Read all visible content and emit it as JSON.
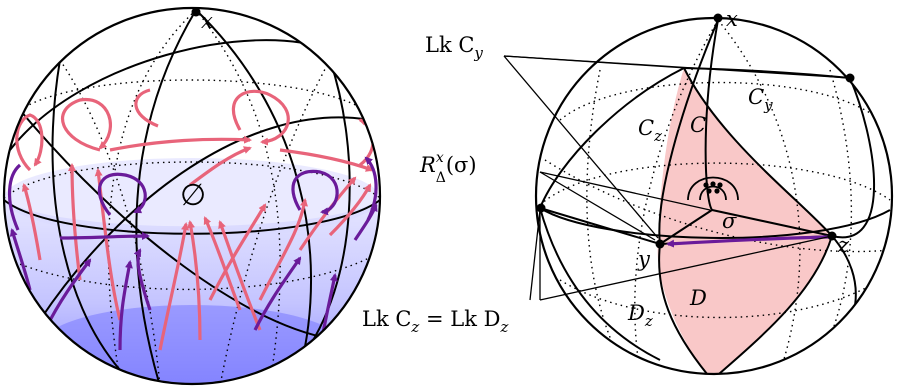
{
  "left": {
    "label_x": "x",
    "empty_set": "∅"
  },
  "right": {
    "label_x": "x",
    "label_y": "y",
    "label_z": "z",
    "label_C": "C",
    "label_Cy": "C",
    "label_Cy_sub": "y",
    "label_Cz": "C",
    "label_Cz_sub": "z",
    "label_D": "D",
    "label_Dz": "D",
    "label_Dz_sub": "z",
    "label_sigma": "σ",
    "annot_lk_cy": "Lk C",
    "annot_lk_cy_sub": "y",
    "annot_R": "R",
    "annot_R_sup": "x",
    "annot_R_sub": "Δ",
    "annot_R_arg": "(σ)",
    "annot_lk_cz_eq": "Lk C",
    "annot_lk_cz_sub": "z",
    "annot_lk_eq_rest": " = Lk D",
    "annot_lk_dz_sub": "z"
  },
  "colors": {
    "pink": "#e8647a",
    "purple": "#6a1b9a",
    "blue_light": "#dcdcff",
    "blue_mid": "#b4b4ff",
    "blue_dark": "#8080ff",
    "region_fill": "#f9c8c8"
  }
}
